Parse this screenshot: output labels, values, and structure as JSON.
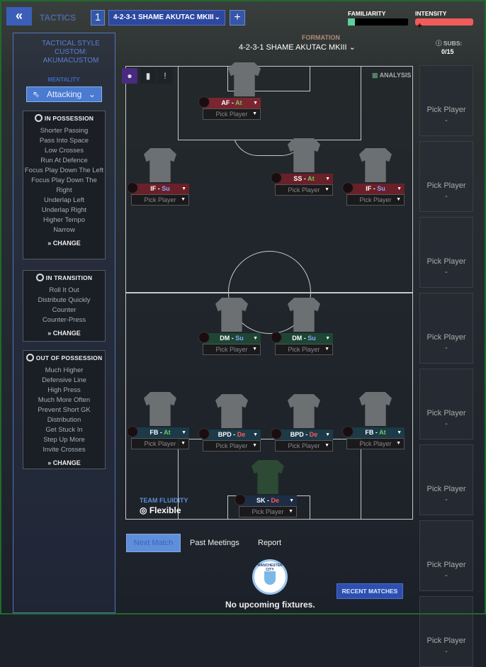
{
  "header": {
    "back_icon": "double-chevron-left",
    "title": "TACTICS",
    "slot_number": "1",
    "tactic_name": "4-2-3-1 SHAME AKUTAC MKIII",
    "add_label": "+"
  },
  "left_panel": {
    "tactical_style_label": "TACTICAL STYLE",
    "style_line1": "CUSTOM:",
    "style_line2": "AKUMACUSTOM",
    "mentality_label": "MENTALITY",
    "mentality_value": "Attacking",
    "in_possession": {
      "title": "IN POSSESSION",
      "items": [
        "Shorter Passing",
        "Pass Into Space",
        "Low Crosses",
        "Run At Defence",
        "Focus Play Down The Left",
        "Focus Play Down The Right",
        "Underlap Left",
        "Underlap Right",
        "Higher Tempo",
        "Narrow"
      ],
      "change": "CHANGE"
    },
    "in_transition": {
      "title": "IN TRANSITION",
      "items": [
        "Roll It Out",
        "Distribute Quickly",
        "Counter",
        "Counter-Press"
      ],
      "change": "CHANGE"
    },
    "out_of_possession": {
      "title": "OUT OF POSSESSION",
      "items": [
        "Much Higher",
        "Defensive Line",
        "High Press",
        "Much More Often",
        "Prevent Short GK",
        "Distribution",
        "Get Stuck In",
        "Step Up More",
        "Invite Crosses"
      ],
      "change": "CHANGE"
    }
  },
  "top": {
    "familiarity_label": "FAMILIARITY",
    "familiarity_fraction": 0.12,
    "intensity_label": "INTENSITY",
    "intensity_fraction": 1.0,
    "formation_label": "FORMATION",
    "formation_value": "4-2-3-1 SHAME AKUTAC MKIII",
    "subs_label": "SUBS:",
    "subs_value": "0/15",
    "analysis_label": "ANALYSIS"
  },
  "colors": {
    "attack": "#6ecb5a",
    "support": "#8aa8ff",
    "defend": "#ff5a5a"
  },
  "players": [
    {
      "pos": "AF",
      "duty": "At",
      "pick": "Pick Player"
    },
    {
      "pos": "IF",
      "duty": "Su",
      "pick": "Pick Player"
    },
    {
      "pos": "SS",
      "duty": "At",
      "pick": "Pick Player"
    },
    {
      "pos": "IF",
      "duty": "Su",
      "pick": "Pick Player"
    },
    {
      "pos": "DM",
      "duty": "Su",
      "pick": "Pick Player"
    },
    {
      "pos": "DM",
      "duty": "Su",
      "pick": "Pick Player"
    },
    {
      "pos": "FB",
      "duty": "At",
      "pick": "Pick Player"
    },
    {
      "pos": "BPD",
      "duty": "De",
      "pick": "Pick Player"
    },
    {
      "pos": "BPD",
      "duty": "De",
      "pick": "Pick Player"
    },
    {
      "pos": "FB",
      "duty": "At",
      "pick": "Pick Player"
    },
    {
      "pos": "SK",
      "duty": "De",
      "pick": "Pick Player"
    }
  ],
  "sep": " - ",
  "team_fluidity": {
    "label": "TEAM FLUIDITY",
    "value": "Flexible"
  },
  "subs_slots": {
    "label": "Pick Player",
    "value": "-"
  },
  "bottom": {
    "tabs": [
      "Next Match",
      "Past Meetings",
      "Report"
    ],
    "recent_matches": "RECENT MATCHES",
    "no_fixtures": "No upcoming fixtures.",
    "crest_text": "MANCHESTER CITY"
  }
}
